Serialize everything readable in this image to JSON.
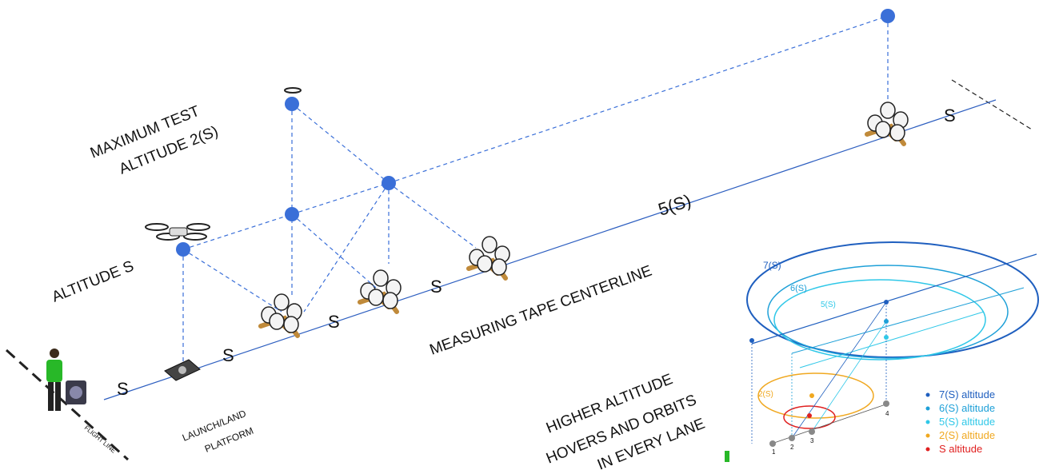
{
  "labels": {
    "max_test_line1": "MAXIMUM TEST",
    "max_test_line2": "ALTITUDE 2(S)",
    "altitude_s": "ALTITUDE S",
    "measuring_tape": "MEASURING TAPE CENTERLINE",
    "five_s": "5(S)",
    "launch_line1": "LAUNCH/LAND",
    "launch_line2": "PLATFORM",
    "flight_line": "FLIGHT LINE",
    "higher_line1": "HIGHER ALTITUDE",
    "higher_line2": "HOVERS AND ORBITS",
    "higher_line3": "IN EVERY LANE"
  },
  "segment_labels": [
    "S",
    "S",
    "S",
    "S",
    "S"
  ],
  "inset": {
    "ring_labels": [
      "7(S)",
      "6(S)",
      "5(S)",
      "2(S)"
    ],
    "lane_numbers": [
      "1",
      "2",
      "3",
      "4"
    ]
  },
  "legend": [
    {
      "label": "7(S) altitude",
      "color": "#1f5fbf"
    },
    {
      "label": "6(S) altitude",
      "color": "#1ea0d8"
    },
    {
      "label": "5(S) altitude",
      "color": "#30c8e8"
    },
    {
      "label": "2(S) altitude",
      "color": "#f0a820"
    },
    {
      "label": "S altitude",
      "color": "#e02020"
    }
  ],
  "colors": {
    "line": "#2e5fc0",
    "node": "#3a6fd8",
    "bucket_stand": "#c08a3a"
  }
}
